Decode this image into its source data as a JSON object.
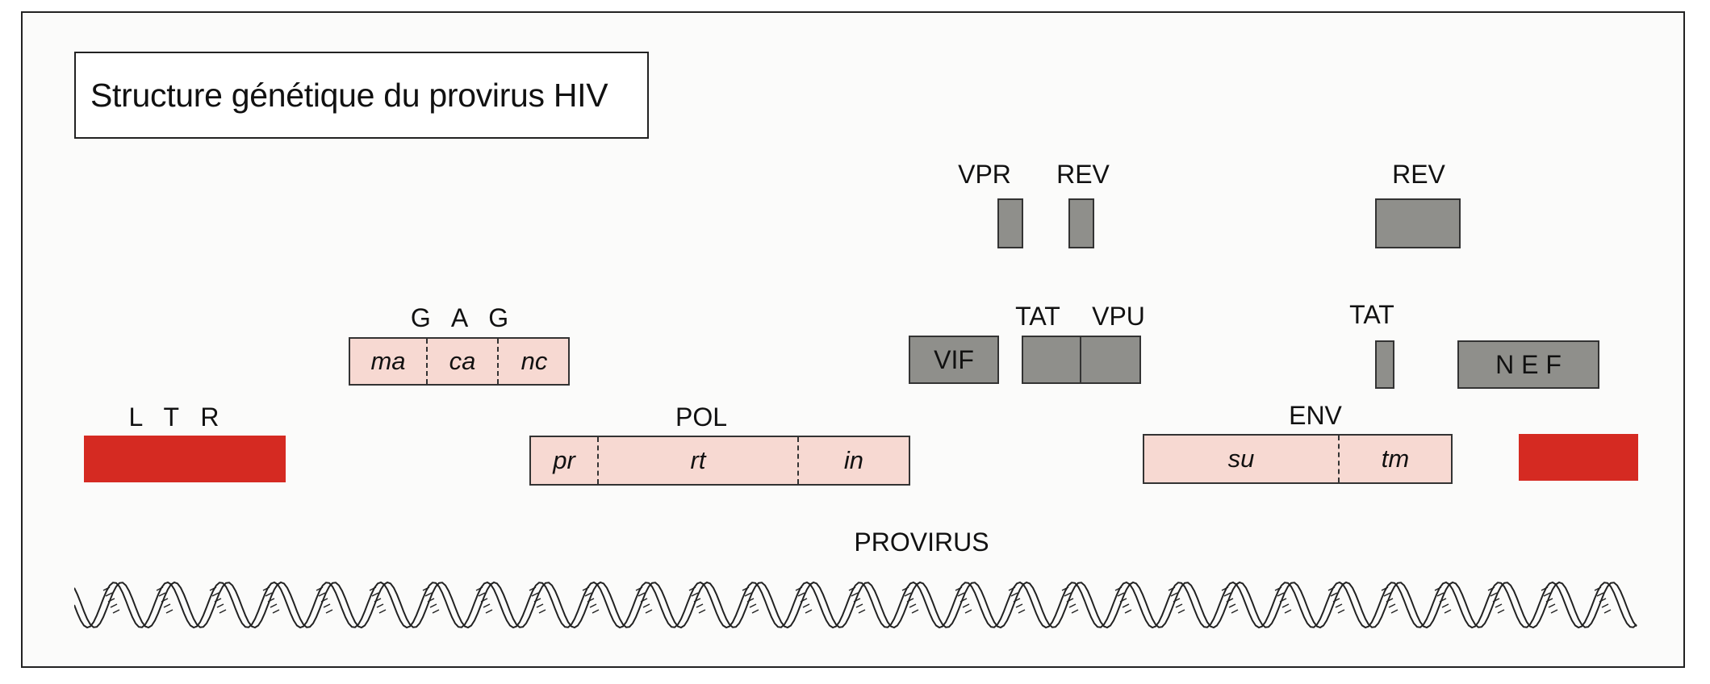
{
  "title": "Structure génétique du provirus HIV",
  "labels": {
    "ltr": "L T R",
    "gag": "G A G",
    "pol": "POL",
    "env": "ENV",
    "vpr": "VPR",
    "rev_1": "REV",
    "rev_2": "REV",
    "tat_1": "TAT",
    "vpu": "VPU",
    "tat_2": "TAT",
    "provirus": "PROVIRUS"
  },
  "genes": {
    "gag": [
      "ma",
      "ca",
      "nc"
    ],
    "pol": [
      "pr",
      "rt",
      "in"
    ],
    "env": [
      "su",
      "tm"
    ],
    "vif": "VIF",
    "nef": "N E F"
  },
  "colors": {
    "ltr": "#d52a22",
    "structural": "#f7d9d2",
    "regulatory": "#8f8f8b"
  }
}
